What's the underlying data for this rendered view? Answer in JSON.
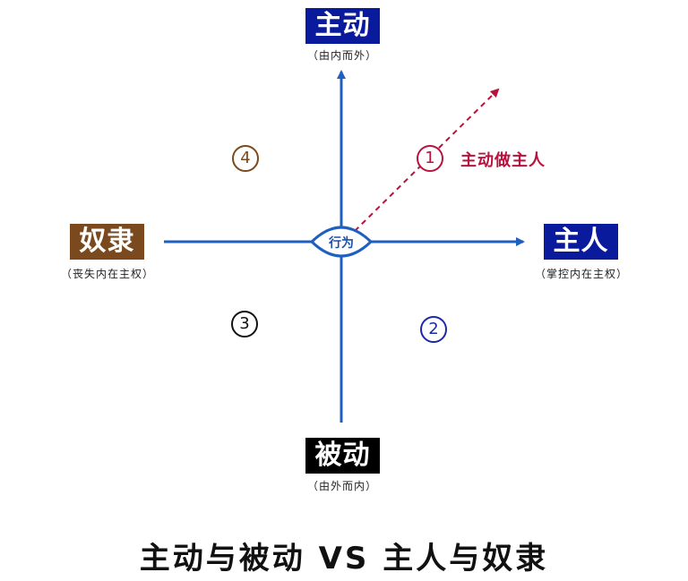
{
  "nodes": {
    "top": {
      "label": "主动",
      "sub": "（由内而外）",
      "color": "#0a1a9c"
    },
    "right": {
      "label": "主人",
      "sub": "（掌控内在主权）",
      "color": "#0a1a9c"
    },
    "left": {
      "label": "奴隶",
      "sub": "（丧失内在主权）",
      "color": "#7a4a1e"
    },
    "bottom": {
      "label": "被动",
      "sub": "（由外而内）",
      "color": "#000000"
    }
  },
  "center": {
    "label": "行为"
  },
  "quadrants": [
    {
      "number": "1",
      "color": "#b8123e"
    },
    {
      "number": "2",
      "color": "#1a2aa8"
    },
    {
      "number": "3",
      "color": "#111111"
    },
    {
      "number": "4",
      "color": "#7a4a1e"
    }
  ],
  "annotation": {
    "label": "主动做主人",
    "color": "#b8123e"
  },
  "colors": {
    "axis": "#1f5fbf",
    "dashed_arrow": "#b8123e"
  },
  "title": "主动与被动 VS 主人与奴隶"
}
